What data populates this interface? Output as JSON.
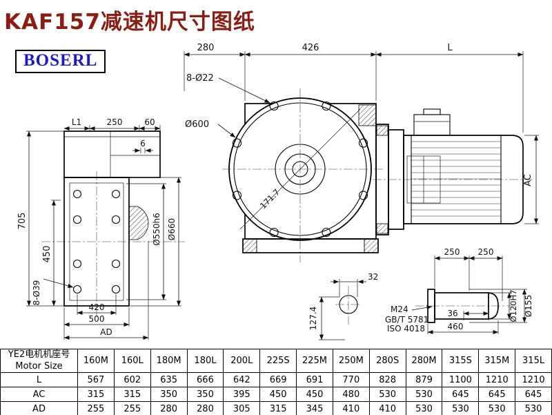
{
  "title": "KAF157减速机尺寸图纸",
  "logo": "BOSERL",
  "colors": {
    "title": "#8c1d12",
    "logo": "#1b18c9"
  },
  "drawing": {
    "dims": {
      "top_280": "280",
      "top_426": "426",
      "top_L": "L",
      "bolt_circle_label": "8-Ø22",
      "flange_dia": "Ø600",
      "side_L1": "L1",
      "side_250": "250",
      "side_60": "60",
      "side_6": "6",
      "side_705": "705",
      "side_450": "450",
      "side_bolt": "8-Ø39",
      "side_420": "420",
      "side_500": "500",
      "side_AD": "AD",
      "side_550": "Ø550h6",
      "side_660": "Ø660",
      "diag": "171.7",
      "ac": "AC",
      "plug_32": "32",
      "plug_127": "127.4",
      "shaft_250a": "250",
      "shaft_250b": "250",
      "shaft_m24": "M24",
      "shaft_gbt": "GB/T 5781",
      "shaft_iso": "ISO 4018",
      "shaft_36": "36",
      "shaft_460": "460",
      "shaft_120": "Ø120H7",
      "shaft_155": "Ø155"
    }
  },
  "table": {
    "header_label_cn": "YE2电机机座号",
    "header_label_en": "Motor Size",
    "columns": [
      "160M",
      "160L",
      "180M",
      "180L",
      "200L",
      "225S",
      "225M",
      "250M",
      "280S",
      "280M",
      "315S",
      "315M",
      "315L"
    ],
    "rows": [
      {
        "label": "L",
        "values": [
          "567",
          "602",
          "635",
          "666",
          "642",
          "669",
          "691",
          "770",
          "828",
          "879",
          "1100",
          "1210",
          "1210"
        ]
      },
      {
        "label": "AC",
        "values": [
          "315",
          "315",
          "350",
          "350",
          "395",
          "450",
          "450",
          "480",
          "530",
          "530",
          "645",
          "645",
          "645"
        ]
      },
      {
        "label": "AD",
        "values": [
          "255",
          "255",
          "280",
          "280",
          "305",
          "315",
          "345",
          "410",
          "410",
          "530",
          "530",
          "530",
          "530"
        ]
      }
    ]
  }
}
